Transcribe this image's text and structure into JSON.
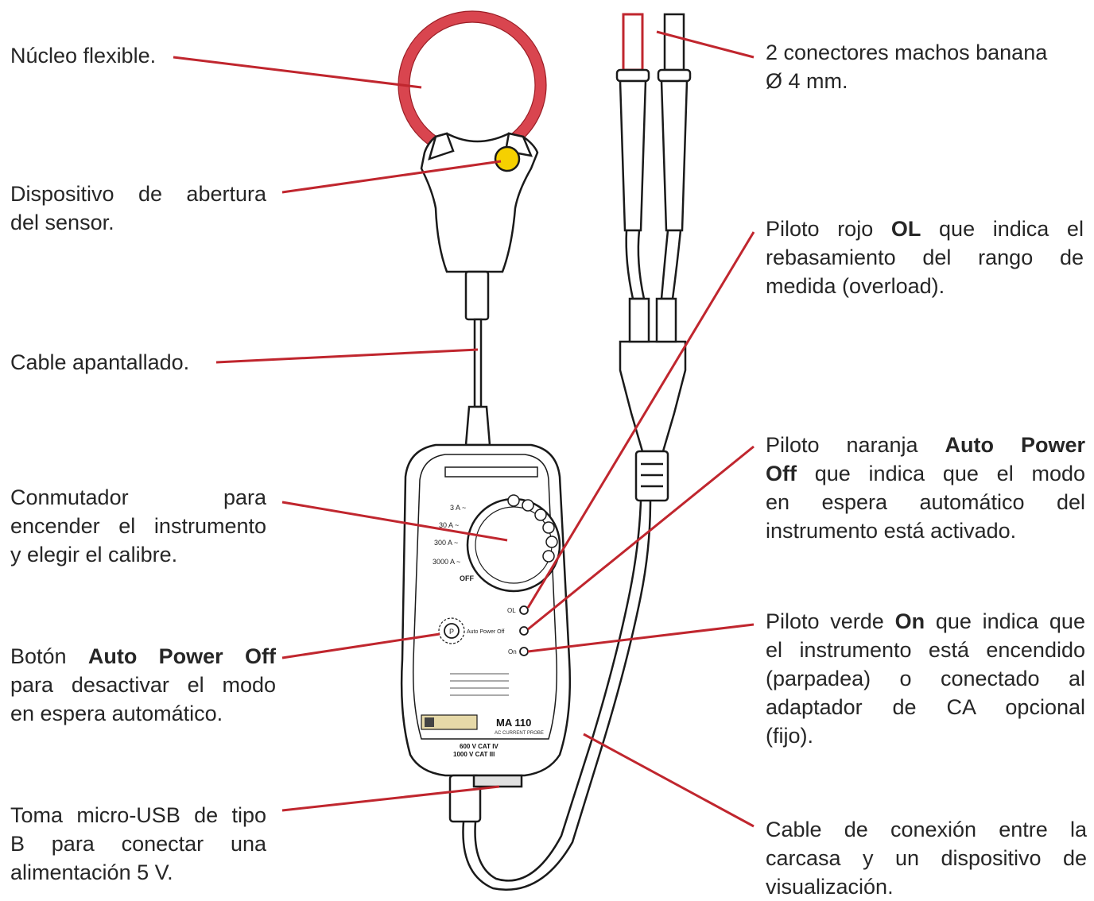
{
  "labels": {
    "nucleo": "Núcleo flexible.",
    "dispositivo_l1": "Dispositivo de abertura",
    "dispositivo_l2": "del sensor.",
    "cable_apant": "Cable apantallado.",
    "conmutador_l1": "Conmutador para",
    "conmutador_l2": "encender el instrumento",
    "conmutador_l3": "y elegir el calibre.",
    "boton_pre": "Botón",
    "boton_bold": "Auto Power Off",
    "boton_l2": "para desactivar el modo",
    "boton_l3": "en espera automático.",
    "toma_l1": "Toma micro-USB de tipo",
    "toma_l2": "B para conectar una",
    "toma_l3": "alimentación 5 V.",
    "conectores_l1": "2 conectores machos banana",
    "conectores_l2": "Ø 4 mm.",
    "piloto_rojo_pre": "Piloto rojo",
    "piloto_rojo_bold": "OL",
    "piloto_rojo_post": "que indica el",
    "piloto_rojo_l2": "rebasamiento del rango de",
    "piloto_rojo_l3": "medida (overload).",
    "piloto_naranja_pre": "Piloto naranja",
    "piloto_naranja_bold1": "Auto Power",
    "piloto_naranja_bold2": "Off",
    "piloto_naranja_post": "que indica que el modo",
    "piloto_naranja_l3": "en espera automático del",
    "piloto_naranja_l4": "instrumento está activado.",
    "piloto_verde_pre": "Piloto verde",
    "piloto_verde_bold": "On",
    "piloto_verde_post": "que indica que",
    "piloto_verde_l2": "el instrumento está encendido",
    "piloto_verde_l3": "(parpadea) o conectado al",
    "piloto_verde_l4": "adaptador de CA opcional",
    "piloto_verde_l5": "(fijo).",
    "cable_conexion_l1": "Cable de conexión entre la",
    "cable_conexion_l2": "carcasa y un dispositivo de",
    "cable_conexion_l3": "visualización."
  },
  "device": {
    "dial_3a": "3 A ~",
    "dial_30a": "30 A ~",
    "dial_300a": "300 A ~",
    "dial_3000a": "3000 A ~",
    "dial_off": "OFF",
    "led_ol": "OL",
    "led_auto": "Auto Power Off",
    "led_on": "On",
    "button_p": "P",
    "model": "MA 110",
    "model_sub": "AC CURRENT PROBE",
    "cat_l1": "600 V CAT IV",
    "cat_l2": "1000 V CAT III"
  },
  "colors": {
    "leader": "#c0262e",
    "coil": "#d9454f",
    "button_yellow": "#f5d000",
    "outline": "#1a1a1a"
  }
}
